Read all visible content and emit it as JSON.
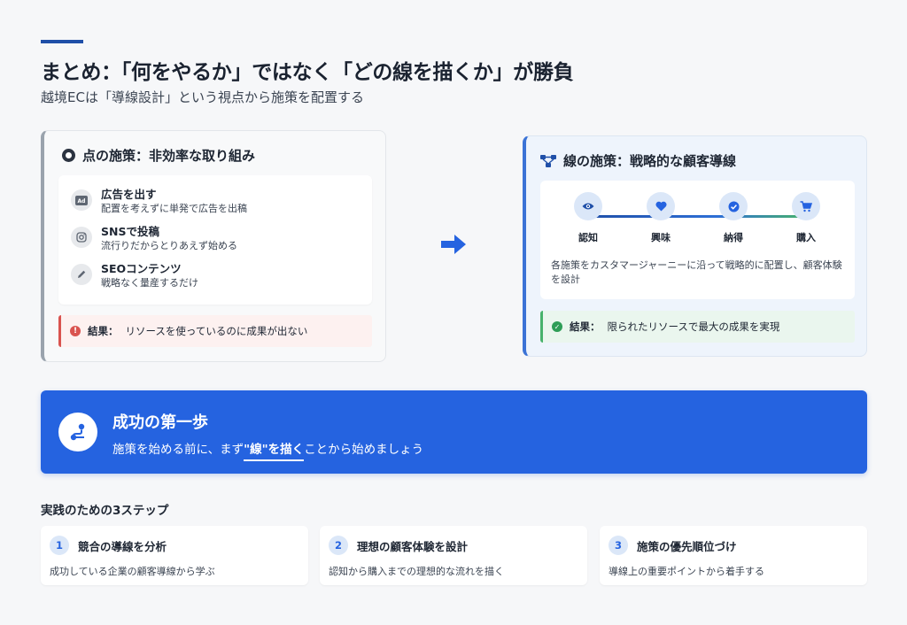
{
  "header": {
    "title": "まとめ：「何をやるか」ではなく「どの線を描くか」が勝負",
    "subtitle": "越境ECは「導線設計」という視点から施策を配置する"
  },
  "left_card": {
    "title": "点の施策：非効率な取り組み",
    "items": [
      {
        "icon": "ad-icon",
        "title": "広告を出す",
        "desc": "配置を考えずに単発で広告を出稿"
      },
      {
        "icon": "instagram-icon",
        "title": "SNSで投稿",
        "desc": "流行りだからとりあえず始める"
      },
      {
        "icon": "pencil-icon",
        "title": "SEOコンテンツ",
        "desc": "戦略なく量産するだけ"
      }
    ],
    "result_label": "結果：",
    "result_text": "リソースを使っているのに成果が出ない"
  },
  "right_card": {
    "title": "線の施策：戦略的な顧客導線",
    "steps": [
      {
        "icon": "eye-icon",
        "label": "認知"
      },
      {
        "icon": "heart-icon",
        "label": "興味"
      },
      {
        "icon": "check-circle-icon",
        "label": "納得"
      },
      {
        "icon": "cart-icon",
        "label": "購入"
      }
    ],
    "description": "各施策をカスタマージャーニーに沿って戦略的に配置し、顧客体験を設計",
    "result_label": "結果：",
    "result_text": "限られたリソースで最大の成果を実現"
  },
  "banner": {
    "title": "成功の第一歩",
    "text_before": "施策を始める前に、まず",
    "text_emphasis": "\"線\"を描く",
    "text_after": "ことから始めましょう"
  },
  "steps_section": {
    "heading": "実践のための3ステップ",
    "steps": [
      {
        "number": "1",
        "title": "競合の導線を分析",
        "desc": "成功している企業の顧客導線から学ぶ"
      },
      {
        "number": "2",
        "title": "理想の顧客体験を設計",
        "desc": "認知から購入までの理想的な流れを描く"
      },
      {
        "number": "3",
        "title": "施策の優先順位づけ",
        "desc": "導線上の重要ポイントから着手する"
      }
    ]
  },
  "colors": {
    "accent": "#1f4fa8",
    "banner": "#2563e0",
    "negative": "#d9534f",
    "positive": "#47b26b"
  }
}
